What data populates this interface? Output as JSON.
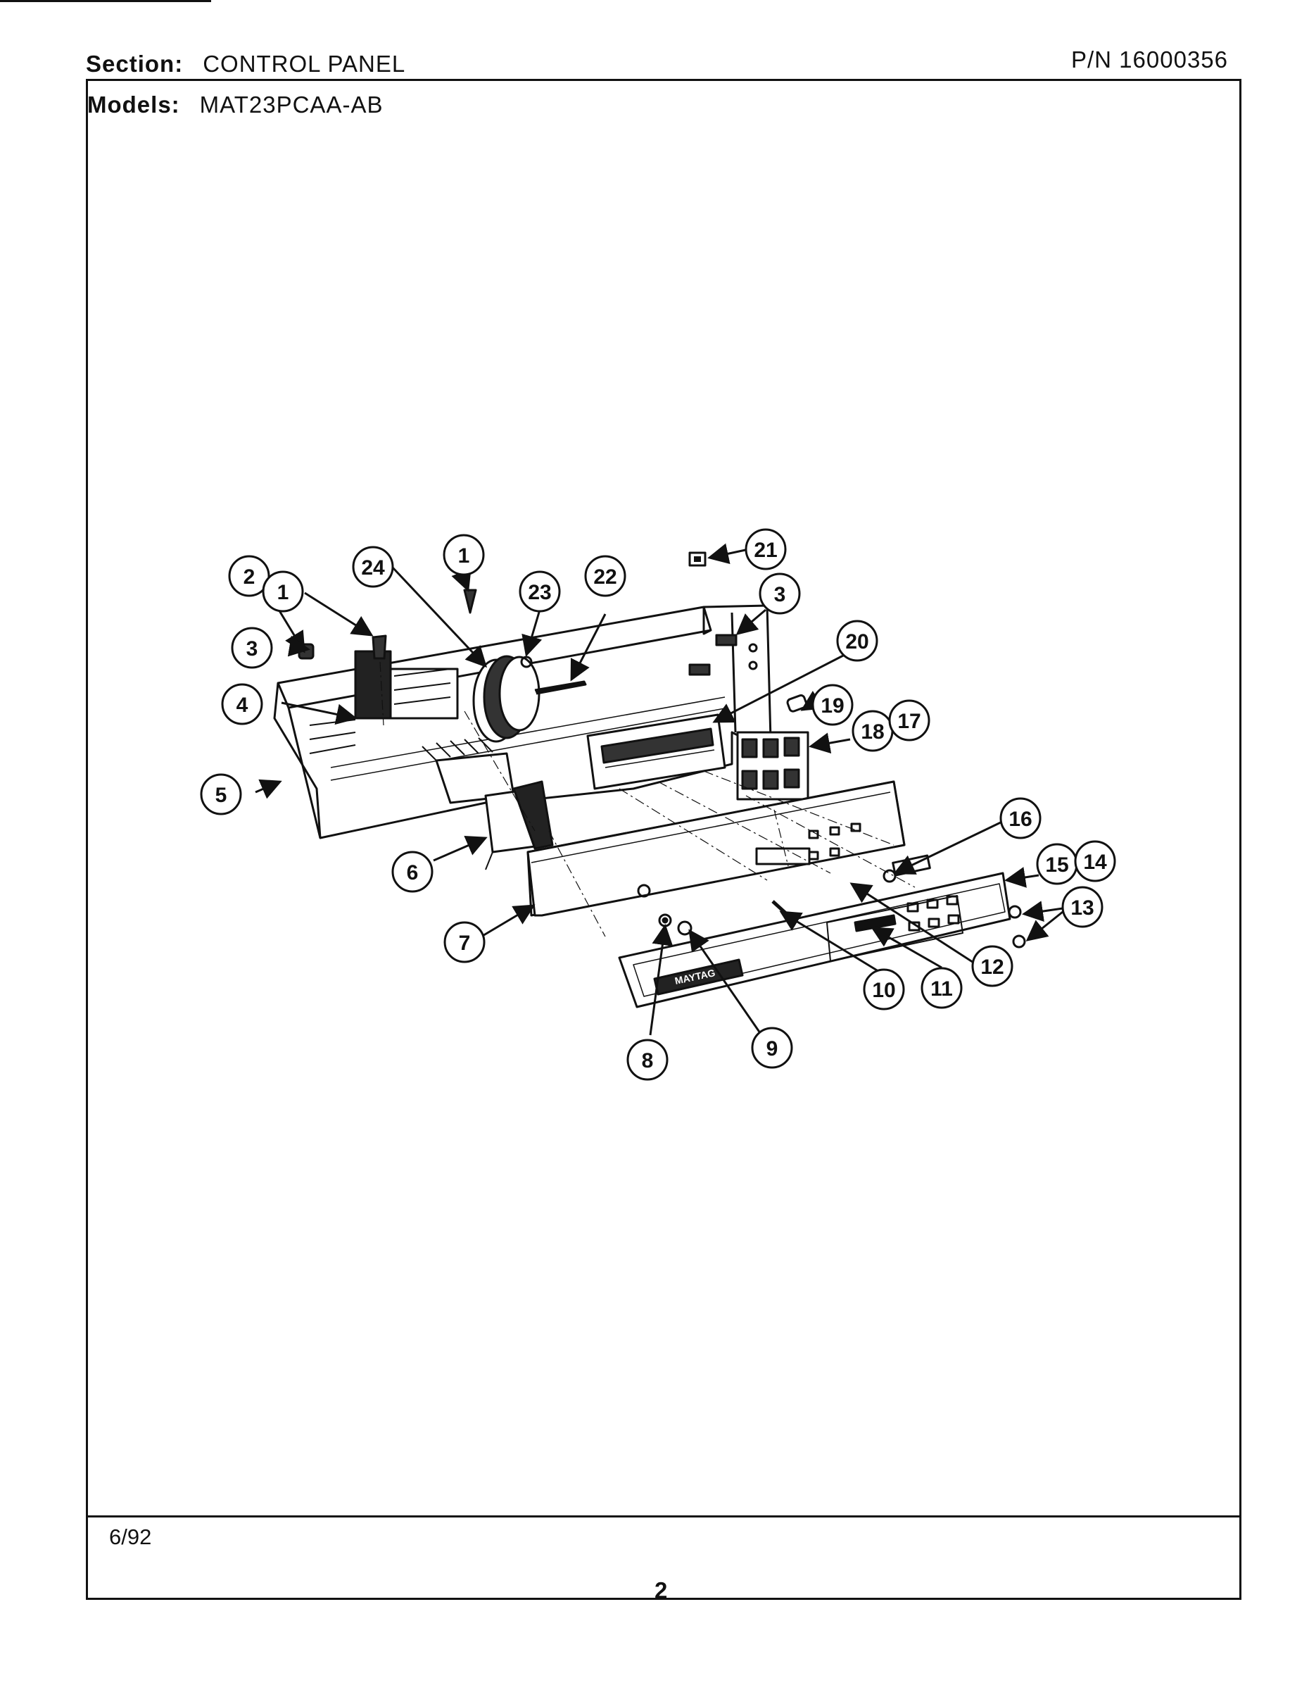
{
  "header": {
    "section_label": "Section:",
    "section_value": "CONTROL PANEL",
    "models_label": "Models:",
    "models_value": "MAT23PCAA-AB",
    "part_number": "P/N 16000356"
  },
  "footer": {
    "date": "6/92",
    "page_number": "2"
  },
  "diagram": {
    "logo_text": "MAYTAG",
    "callout_numbers": [
      "1",
      "1",
      "2",
      "3",
      "3",
      "4",
      "5",
      "6",
      "7",
      "8",
      "9",
      "10",
      "11",
      "12",
      "13",
      "14",
      "15",
      "16",
      "17",
      "18",
      "19",
      "20",
      "21",
      "22",
      "23",
      "24"
    ]
  }
}
